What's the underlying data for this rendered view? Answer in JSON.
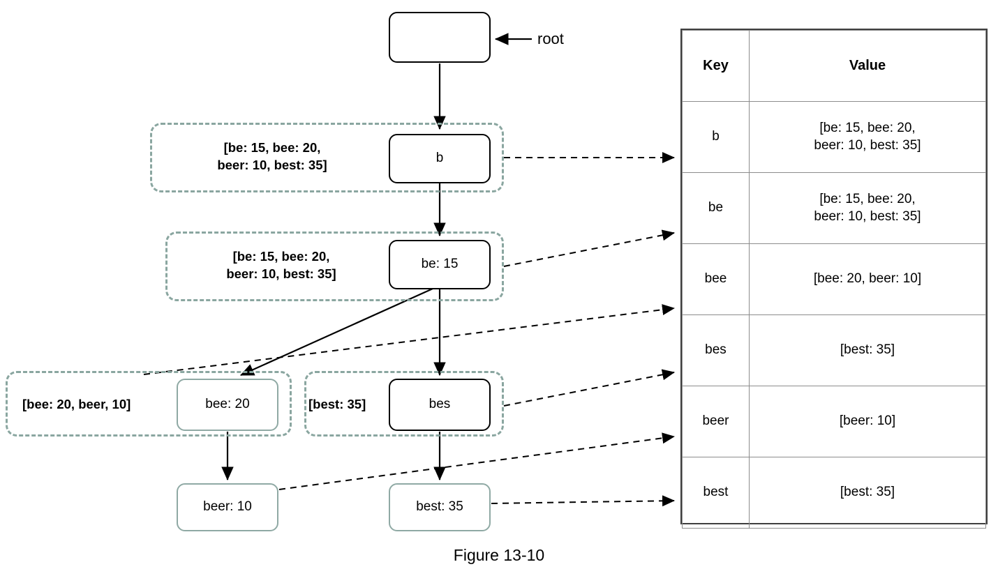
{
  "figure": {
    "caption": "Figure 13-10"
  },
  "colors": {
    "node_border_black": "#000000",
    "node_border_teal": "#8fa9a4",
    "dashed_group": "#8aa6a0",
    "table_border": "#3f3f3f",
    "table_gridline": "#8c8c8c",
    "arrow": "#000000",
    "background": "#ffffff"
  },
  "tree": {
    "root_label": "root",
    "nodes": [
      {
        "id": "root",
        "label": "",
        "border": "black"
      },
      {
        "id": "b",
        "label": "b",
        "border": "black"
      },
      {
        "id": "be",
        "label": "be: 15",
        "border": "black"
      },
      {
        "id": "bee",
        "label": "bee: 20",
        "border": "teal"
      },
      {
        "id": "bes",
        "label": "bes",
        "border": "black"
      },
      {
        "id": "beer",
        "label": "beer: 10",
        "border": "teal"
      },
      {
        "id": "best",
        "label": "best: 35",
        "border": "teal"
      }
    ],
    "annotations": [
      {
        "id": "annot-b",
        "text": "[be: 15, bee: 20,\nbeer: 10, best: 35]"
      },
      {
        "id": "annot-be",
        "text": "[be: 15, bee: 20,\nbeer: 10, best: 35]"
      },
      {
        "id": "annot-bee",
        "text": "[bee: 20, beer, 10]"
      },
      {
        "id": "annot-bes",
        "text": "[best: 35]"
      }
    ]
  },
  "table": {
    "columns": [
      "Key",
      "Value"
    ],
    "rows": [
      {
        "key": "b",
        "value": "[be: 15, bee: 20,\nbeer: 10, best: 35]"
      },
      {
        "key": "be",
        "value": "[be: 15, bee: 20,\nbeer: 10, best: 35]"
      },
      {
        "key": "bee",
        "value": "[bee: 20, beer: 10]"
      },
      {
        "key": "bes",
        "value": "[best: 35]"
      },
      {
        "key": "beer",
        "value": "[beer: 10]"
      },
      {
        "key": "best",
        "value": "[best: 35]"
      }
    ]
  },
  "chart_data": {
    "type": "diagram",
    "title": "Figure 13-10",
    "description": "Trie (prefix tree) with node payload annotations mapped to a Key/Value table",
    "edges": [
      {
        "from": "root",
        "to": "b",
        "style": "solid"
      },
      {
        "from": "b",
        "to": "be",
        "style": "solid"
      },
      {
        "from": "be",
        "to": "bee",
        "style": "solid"
      },
      {
        "from": "be",
        "to": "bes",
        "style": "solid"
      },
      {
        "from": "bee",
        "to": "beer",
        "style": "solid"
      },
      {
        "from": "bes",
        "to": "best",
        "style": "solid"
      }
    ],
    "mapping_arrows": [
      {
        "from": "annot-b",
        "to": "row-b",
        "style": "dashed"
      },
      {
        "from": "annot-be",
        "to": "row-be",
        "style": "dashed"
      },
      {
        "from": "annot-bee",
        "to": "row-bee",
        "style": "dashed"
      },
      {
        "from": "annot-bes",
        "to": "row-bes",
        "style": "dashed"
      },
      {
        "from": "beer",
        "to": "row-beer",
        "style": "dashed"
      },
      {
        "from": "best",
        "to": "row-best",
        "style": "dashed"
      }
    ]
  }
}
